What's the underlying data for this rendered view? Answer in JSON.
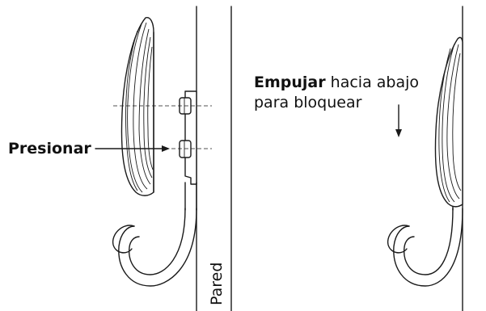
{
  "labels": {
    "press": "Presionar",
    "push_bold": "Empujar",
    "push_rest_line1": "hacia abajo",
    "push_line2": "para bloquear",
    "wall": "Pared"
  },
  "icons": {
    "press_arrow": "arrow-right-icon",
    "push_arrow": "arrow-down-icon"
  }
}
